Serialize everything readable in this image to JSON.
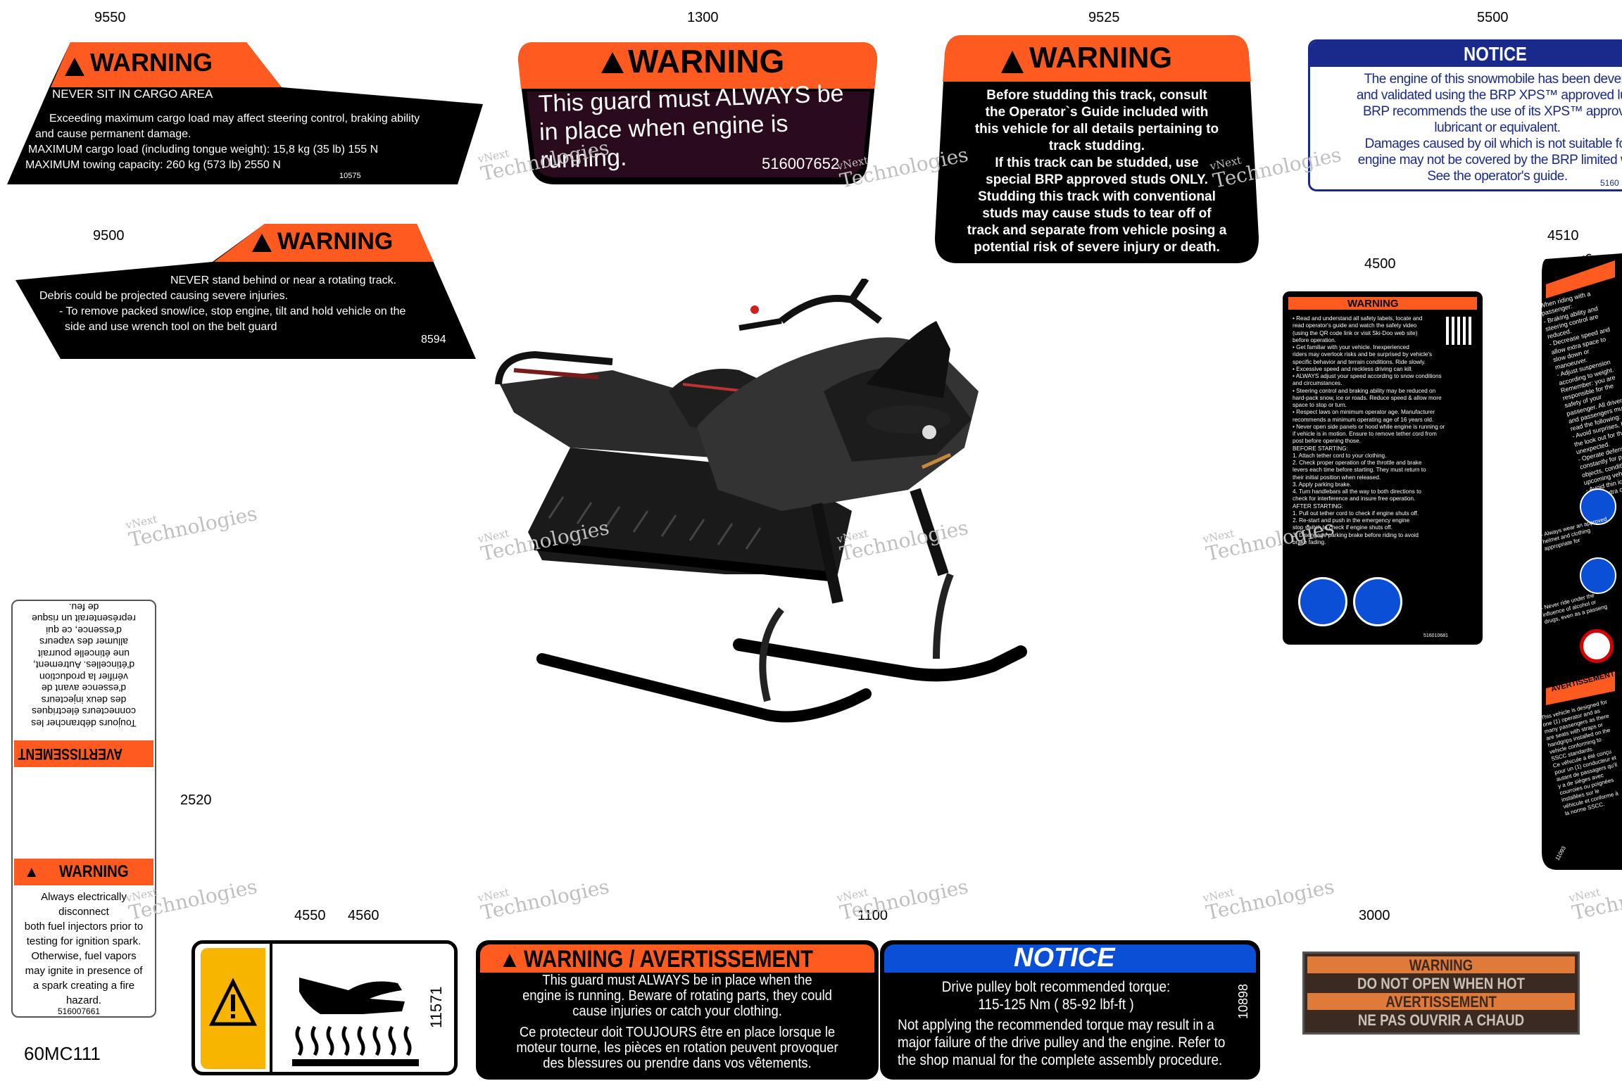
{
  "part_numbers": {
    "n9550": "9550",
    "n1300": "1300",
    "n9525": "9525",
    "n5500": "5500",
    "n9500": "9500",
    "n4500": "4500",
    "n4510": "4510",
    "n2520": "2520",
    "n4550": "4550",
    "n4560": "4560",
    "n1100": "1100",
    "n3000": "3000",
    "diagram_id": "60MC111"
  },
  "decal_9550": {
    "title": "WARNING",
    "subtitle": "NEVER SIT IN CARGO AREA",
    "lines": [
      "Exceeding maximum cargo load may affect steering control, braking ability",
      "and cause permanent damage.",
      "MAXIMUM cargo load (including tongue weight): 15,8 kg (35 lb) 155 N",
      "MAXIMUM towing capacity: 260 kg (573 lb) 2550 N"
    ],
    "code": "10575"
  },
  "decal_1300": {
    "title": "WARNING",
    "lines": [
      "This guard must ALWAYS be",
      "in place when engine is",
      "running."
    ],
    "code": "516007652"
  },
  "decal_9525": {
    "title": "WARNING",
    "lines": [
      "Before studding this track, consult",
      "the Operator`s Guide included with",
      "this vehicle for all details pertaining to",
      "track studding.",
      "If this track can be studded, use",
      "special BRP approved studs ONLY.",
      "Studding this track with conventional",
      "studs may cause studs to tear off of",
      "track and separate from vehicle posing a",
      "potential risk of severe injury or death."
    ]
  },
  "decal_5500": {
    "title": "NOTICE",
    "lines": [
      "The engine of this snowmobile has been develo",
      "and validated using the BRP XPS™ approved lubr",
      "BRP recommends the use of its XPS™ approve",
      "lubricant or equivalent.",
      "Damages caused by oil which is not suitable for",
      "engine may not be covered by the BRP limited wa",
      "See the operator's guide."
    ],
    "code": "5160"
  },
  "decal_9500": {
    "title": "WARNING",
    "lines": [
      "NEVER stand behind or near a rotating track.",
      "Debris could be projected causing severe injuries.",
      "- To remove packed snow/ice, stop engine, tilt and hold vehicle on the",
      "side and use wrench tool on the belt guard"
    ],
    "code": "8594"
  },
  "decal_4500": {
    "title": "WARNING",
    "lines": [
      "• Read and understand all safety labels, locate and",
      "read operator's guide and watch the safety video",
      "(using the QR code link or visit Ski-Doo web site)",
      "before operation.",
      "• Get familiar with your vehicle. Inexperienced",
      "riders may overlook risks and be surprised by vehicle's",
      "specific behavior and terrain conditions. Ride slowly.",
      "• Excessive speed and reckless driving can kill.",
      "• ALWAYS adjust your speed according to snow conditions",
      "and circumstances.",
      "• Steering control and braking ability may be reduced on",
      "hard-pack snow, ice or roads. Reduce speed & allow more",
      "space to stop or turn.",
      "• Respect laws on minimum operator age. Manufacturer",
      "recommends a minimum operating age of 16 years old.",
      "• Never open side panels or hood while engine is running or",
      "if vehicle is in motion. Ensure to remove tether cord from",
      "post before opening those.",
      "BEFORE STARTING:",
      "1. Attach tether cord to your clothing.",
      "2. Check proper operation of the throttle and brake",
      "levers each time before starting. They must return to",
      "their initial position when released.",
      "3. Apply parking brake.",
      "4. Turn handlebars all the way to both directions to",
      "check for interference and insure free operation.",
      "AFTER STARTING:",
      "1. Pull out tether cord to check if engine shuts off.",
      "2. Re-start and push in the emergency engine",
      "stop switch to check if engine shuts off.",
      "3. Disengage parking brake before riding to avoid",
      "brake fading."
    ],
    "code": "516010681"
  },
  "decal_4510": {
    "title": "WARNING",
    "lines": [
      "When riding with a",
      "passenger:",
      "- Braking ability and",
      "steering control are",
      "reduced.",
      "- Decrease speed and",
      "allow extra space to",
      "slow down or",
      "manoeuver.",
      "- Adjust suspension",
      "according to weight.",
      "Remember: you are",
      "responsible for the",
      "safety of your",
      "passenger. All drivers",
      "and passengers must",
      "read the following:",
      "- Avoid surprises, be on",
      "the look out for the",
      "unexpected.",
      "- Operate defensively, scan",
      "constantly for people,",
      "objects, conditions and",
      "upcoming vehicles.",
      "- Avoid thin ice / open water",
      "- Use extra caution when",
      "off-trail."
    ],
    "lines2": [
      "- Always wear an approved",
      "helmet and clothing",
      "appropriate for"
    ],
    "lines3": [
      "- Never ride under the",
      "influence of alcohol or",
      "drugs, even as a passeng"
    ],
    "title_fr": "AVERTISSEMENT",
    "lines_fr": [
      "This vehicle is designed for",
      "one (1) operator and as",
      "many passengers as there",
      "are seats with straps or",
      "handgrips installed on the",
      "vehicle conforming to",
      "SSCC standards.",
      "Ce véhicule a été conçu",
      "pour un (1) conducteur et",
      "autant de passagers qu'il",
      "y a de sièges avec",
      "courroies ou poignées",
      "installées sur le",
      "véhicule et conforme à",
      "la norme SSCC."
    ],
    "code": "11093"
  },
  "decal_2520": {
    "fr_title": "AVERTISSEMENT",
    "fr_lines": [
      "Toujours débrancher les",
      "connecteurs électriques",
      "des deux injecteurs",
      "d'essence avant de",
      "vérifier la production",
      "d'étincelles. Autrement,",
      "une étincelle pourrait",
      "allumer des vapeurs",
      "d'essence, ce qui",
      "représenterait un risque",
      "de feu."
    ],
    "title": "WARNING",
    "lines": [
      "Always electrically",
      "disconnect",
      "both fuel injectors prior to",
      "testing for ignition spark.",
      "Otherwise, fuel vapors",
      "may ignite in presence of",
      "a spark creating a fire",
      "hazard."
    ],
    "code": "516007661"
  },
  "decal_4550": {
    "code": "11571"
  },
  "decal_1100": {
    "title": "WARNING / AVERTISSEMENT",
    "lines_en": [
      "This guard must ALWAYS be in place when the",
      "engine is running. Beware of rotating parts, they could",
      "cause injuries or catch your clothing."
    ],
    "lines_fr": [
      "Ce protecteur doit TOUJOURS être en place lorsque le",
      "moteur tourne, les pièces en rotation peuvent provoquer",
      "des blessures ou prendre dans vos vêtements."
    ]
  },
  "decal_notice": {
    "title": "NOTICE",
    "lines": [
      "Drive pulley bolt recommended torque:",
      "115-125 Nm ( 85-92 lbf-ft )",
      "Not applying the recommended torque may result in a",
      "major failure of the drive pulley and the engine. Refer to",
      "the shop manual for the complete assembly procedure."
    ],
    "code": "10898"
  },
  "decal_3000": {
    "lines": [
      "WARNING",
      "DO NOT OPEN WHEN HOT",
      "AVERTISSEMENT",
      "NE PAS OUVRIR A CHAUD"
    ]
  },
  "watermark": {
    "brand": "vNext",
    "sub": "Technologies"
  },
  "colors": {
    "orange": "#ff5a1f",
    "black": "#000000",
    "blue": "#0b4fd6",
    "navy": "#1a2a8c"
  }
}
